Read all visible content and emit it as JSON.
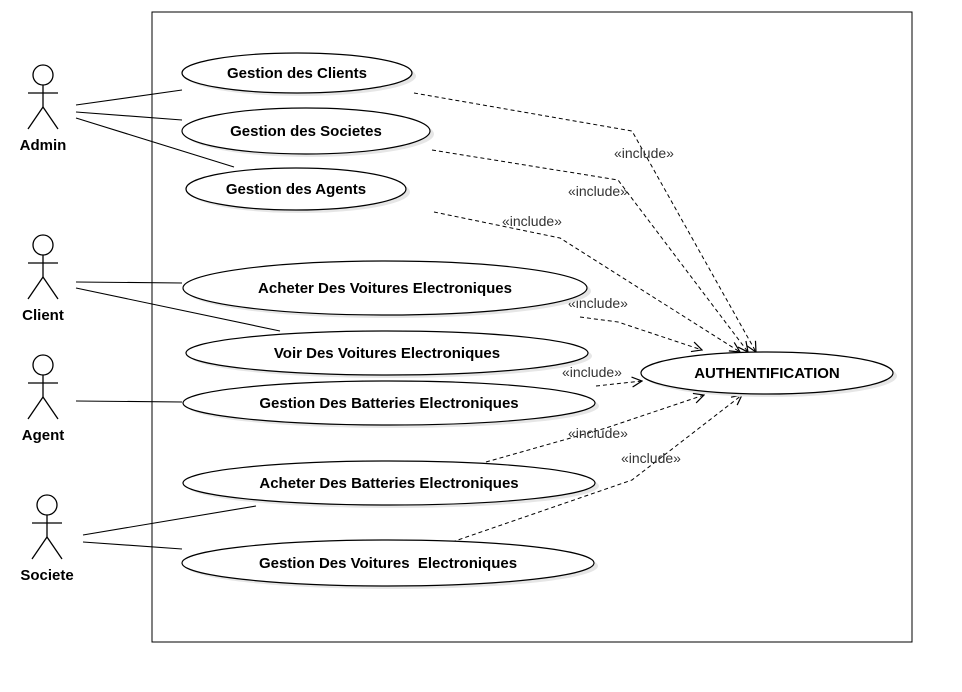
{
  "diagram": {
    "type": "uml-use-case",
    "actors": [
      {
        "id": "admin",
        "label": "Admin"
      },
      {
        "id": "client",
        "label": "Client"
      },
      {
        "id": "agent",
        "label": "Agent"
      },
      {
        "id": "societe",
        "label": "Societe"
      }
    ],
    "use_cases": [
      {
        "id": "gestion-clients",
        "label": "Gestion des Clients"
      },
      {
        "id": "gestion-societes",
        "label": "Gestion des Societes"
      },
      {
        "id": "gestion-agents",
        "label": "Gestion des Agents"
      },
      {
        "id": "acheter-voitures",
        "label": "Acheter Des Voitures Electroniques"
      },
      {
        "id": "voir-voitures",
        "label": "Voir Des Voitures Electroniques"
      },
      {
        "id": "gestion-batteries",
        "label": "Gestion Des Batteries Electroniques"
      },
      {
        "id": "acheter-batteries",
        "label": "Acheter Des Batteries Electroniques"
      },
      {
        "id": "gestion-voitures",
        "label": "Gestion Des Voitures  Electroniques"
      },
      {
        "id": "authentification",
        "label": "AUTHENTIFICATION"
      }
    ],
    "associations": [
      {
        "actor": "admin",
        "use_case": "gestion-clients"
      },
      {
        "actor": "admin",
        "use_case": "gestion-societes"
      },
      {
        "actor": "admin",
        "use_case": "gestion-agents"
      },
      {
        "actor": "client",
        "use_case": "acheter-voitures"
      },
      {
        "actor": "client",
        "use_case": "voir-voitures"
      },
      {
        "actor": "agent",
        "use_case": "gestion-batteries"
      },
      {
        "actor": "societe",
        "use_case": "acheter-batteries"
      },
      {
        "actor": "societe",
        "use_case": "gestion-voitures"
      }
    ],
    "includes": [
      {
        "from": "gestion-clients",
        "to": "authentification",
        "label": "«include»"
      },
      {
        "from": "gestion-societes",
        "to": "authentification",
        "label": "«include»"
      },
      {
        "from": "gestion-agents",
        "to": "authentification",
        "label": "«include»"
      },
      {
        "from": "acheter-voitures",
        "to": "authentification",
        "label": "«include»"
      },
      {
        "from": "gestion-batteries",
        "to": "authentification",
        "label": "«include»"
      },
      {
        "from": "acheter-batteries",
        "to": "authentification",
        "label": "«include»"
      },
      {
        "from": "gestion-voitures",
        "to": "authentification",
        "label": "«include»"
      }
    ]
  }
}
